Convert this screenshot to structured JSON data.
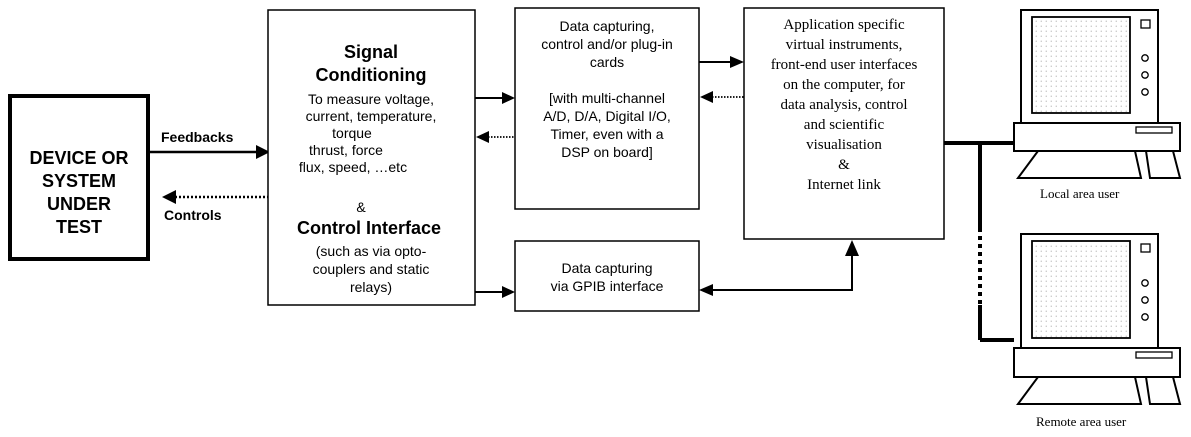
{
  "device": {
    "lines": [
      "DEVICE OR",
      "SYSTEM",
      "UNDER",
      "TEST"
    ]
  },
  "arrows": {
    "feedbacks": "Feedbacks",
    "controls": "Controls"
  },
  "signal_box": {
    "heading1": [
      "Signal",
      "Conditioning"
    ],
    "body1": [
      "To measure  voltage,",
      "current, temperature,",
      "torque",
      "thrust, force",
      "flux, speed, …etc"
    ],
    "ampersand": "&",
    "heading2": "Control Interface",
    "body2": [
      "(such as via opto-",
      "couplers and static",
      "relays)"
    ]
  },
  "cards_box": {
    "lines": [
      "Data capturing,",
      "control and/or plug-in",
      "cards",
      "[with multi-channel",
      "A/D, D/A, Digital I/O,",
      "Timer, even with a",
      "DSP on board]"
    ]
  },
  "gpib_box": {
    "lines": [
      "Data capturing",
      "via GPIB interface"
    ]
  },
  "app_box": {
    "lines": [
      "Application specific",
      "virtual instruments,",
      "front-end user interfaces",
      "on the computer, for",
      "data analysis, control",
      "and scientific",
      "visualisation",
      "&",
      "Internet link"
    ]
  },
  "users": {
    "local": "Local area user",
    "remote": "Remote area user"
  }
}
